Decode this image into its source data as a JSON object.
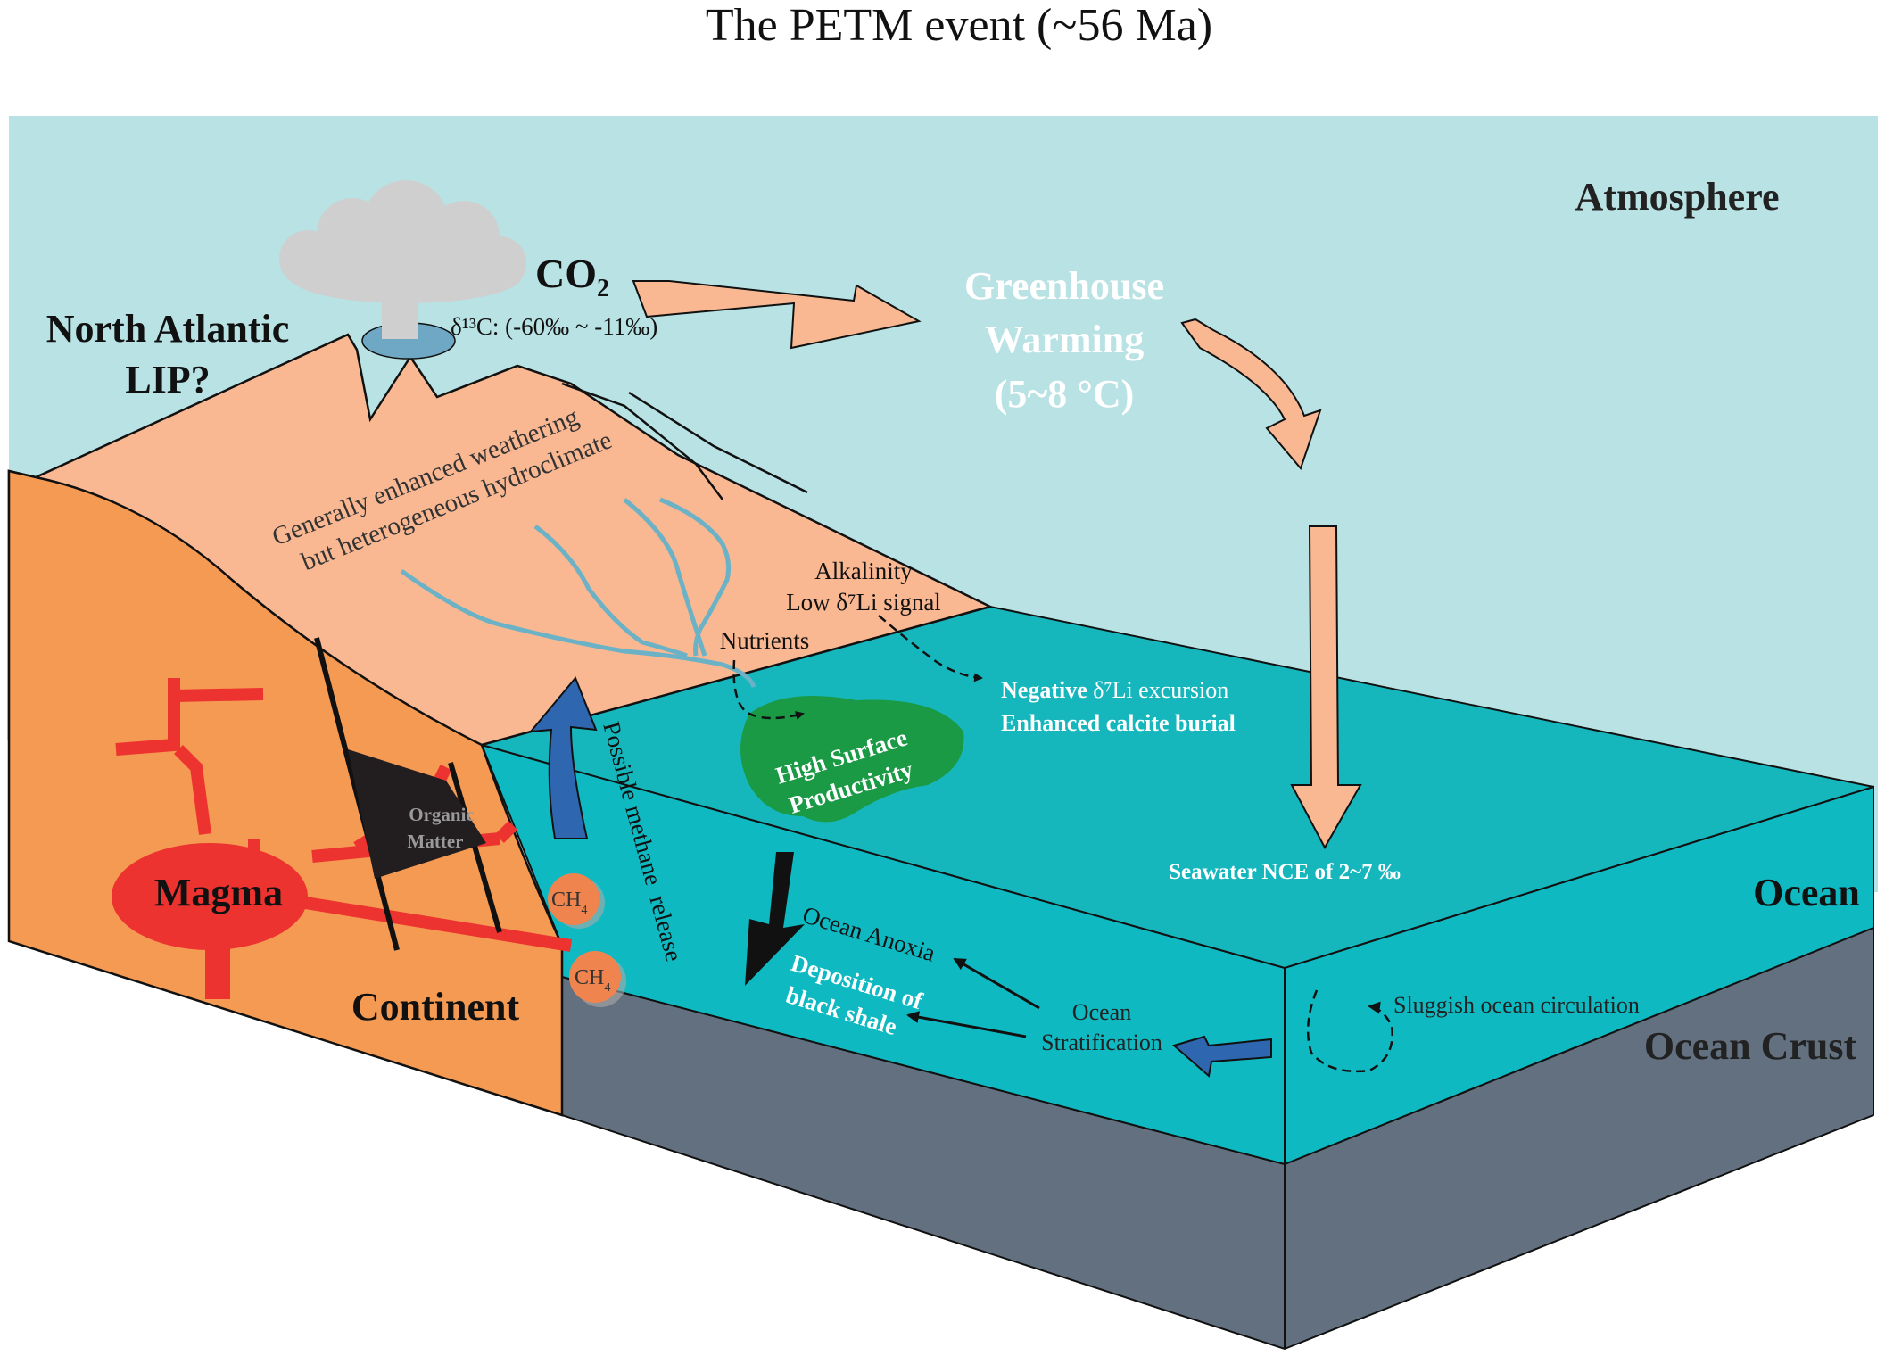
{
  "title": "The PETM event (~56 Ma)",
  "labels": {
    "atmosphere": "Atmosphere",
    "co2": "CO",
    "co2_sub": "2",
    "d13c": "δ¹³C: (-60‰ ~ -11‰)",
    "lip_line1": "North Atlantic",
    "lip_line2": "LIP?",
    "greenhouse_line1": "Greenhouse",
    "greenhouse_line2": "Warming",
    "greenhouse_line3": "(5~8 °C)",
    "weathering_line1": "Generally enhanced weathering",
    "weathering_line2": "but heterogeneous hydroclimate",
    "alkalinity": "Alkalinity",
    "low_li": "Low δ⁷Li signal",
    "nutrients": "Nutrients",
    "neg_li_bold": "Negative",
    "neg_li_rest": " δ⁷Li excursion",
    "calcite": "Enhanced calcite burial",
    "productivity_line1": "High Surface",
    "productivity_line2": "Productivity",
    "nce": "Seawater NCE of 2~7 ‰",
    "ocean": "Ocean",
    "ocean_crust": "Ocean Crust",
    "continent": "Continent",
    "magma": "Magma",
    "organic_line1": "Organic",
    "organic_line2": "Matter",
    "ch4": "CH",
    "ch4_sub": "4",
    "methane": "Possible methane  release",
    "anoxia": "Ocean Anoxia",
    "black_shale_line1": "Deposition of",
    "black_shale_line2": "black shale",
    "strat_line1": "Ocean",
    "strat_line2": "Stratification",
    "sluggish": "Sluggish ocean circulation"
  },
  "colors": {
    "sky": "#b8e2e4",
    "mountain": "#f9b892",
    "continent": "#f59a52",
    "ocean_top": "#16b6bd",
    "ocean_front": "#0fb9c2",
    "crust": "#627080",
    "magma": "#ec3330",
    "arrow_orange": "#f9b892",
    "arrow_blue": "#2f66b0",
    "productivity": "#1a9a45",
    "river": "#6cb2c6",
    "ch4": "#f0844e"
  }
}
